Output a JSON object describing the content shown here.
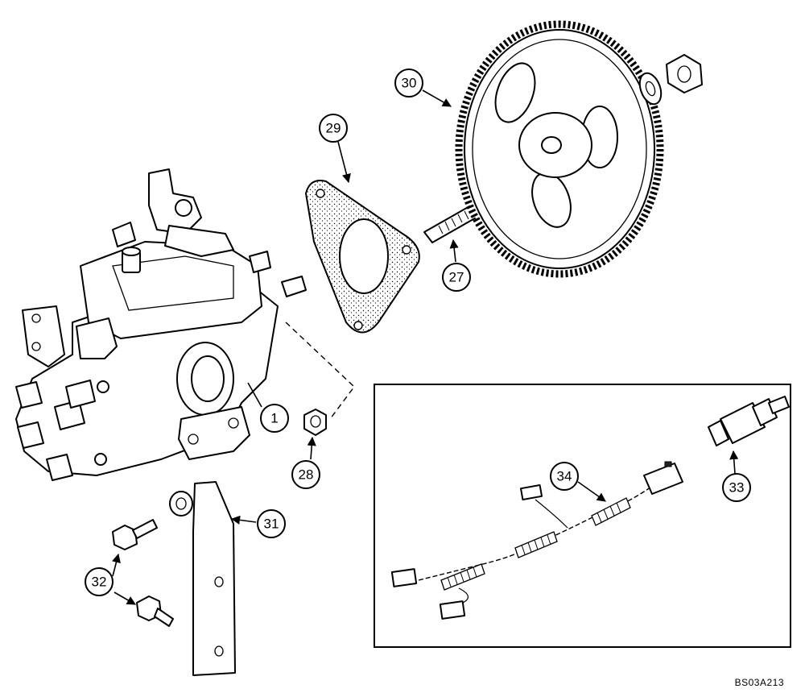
{
  "callouts": {
    "c1": "1",
    "c27": "27",
    "c28": "28",
    "c29": "29",
    "c30": "30",
    "c31": "31",
    "c32": "32",
    "c33": "33",
    "c34": "34"
  },
  "reference_code": "BS03A213"
}
